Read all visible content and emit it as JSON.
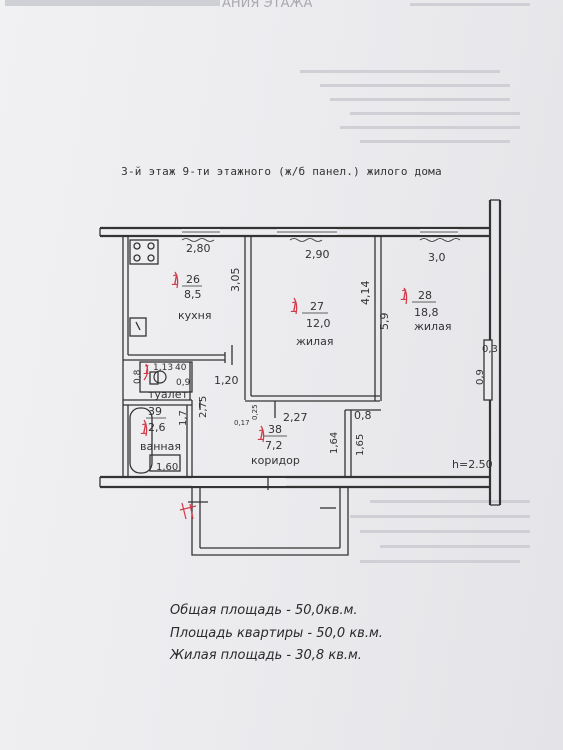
{
  "header": {
    "title": "3-й этаж 9-ти этажного (ж/б панел.) жилого дома",
    "top_fragment": "АНИЯ ЭТАЖА"
  },
  "rooms": {
    "kitchen": {
      "num": "26",
      "area": "8,5",
      "name": "кухня",
      "mark": "1"
    },
    "living1": {
      "num": "27",
      "area": "12,0",
      "name": "жилая",
      "mark": "1"
    },
    "living2": {
      "num": "28",
      "area": "18,8",
      "name": "жилая",
      "mark": "1"
    },
    "toilet": {
      "num": "1,13",
      "num2": "40",
      "area": "0,9",
      "name": "туалет",
      "mark": "1"
    },
    "bath": {
      "num": "39",
      "area": "2,6",
      "name": "ванная",
      "mark": "1"
    },
    "corridor": {
      "num": "38",
      "area": "7,2",
      "name": "коридор",
      "mark": "1"
    }
  },
  "dims": {
    "d280": "2,80",
    "d290": "2,90",
    "d30": "3,0",
    "d305": "3,05",
    "d414": "4,14",
    "d59": "5,9",
    "d03": "0,3",
    "d09": "0,9",
    "d08a": "0,8",
    "d120": "1,20",
    "d275": "2,75",
    "d17": "1,7",
    "d227": "2,27",
    "d08b": "0,8",
    "d164": "1,64",
    "d165": "1,65",
    "d160": "1,60",
    "d017": "0,17",
    "d025": "0,25"
  },
  "height": "h=2.50",
  "summary": {
    "total": "Общая площадь - 50,0кв.м.",
    "apartment": "Площадь квартиры - 50,0 кв.м.",
    "living": "Жилая площадь - 30,8 кв.м."
  },
  "colors": {
    "line": "#333333",
    "mark": "#d33a4a",
    "paper": "#ececef"
  }
}
